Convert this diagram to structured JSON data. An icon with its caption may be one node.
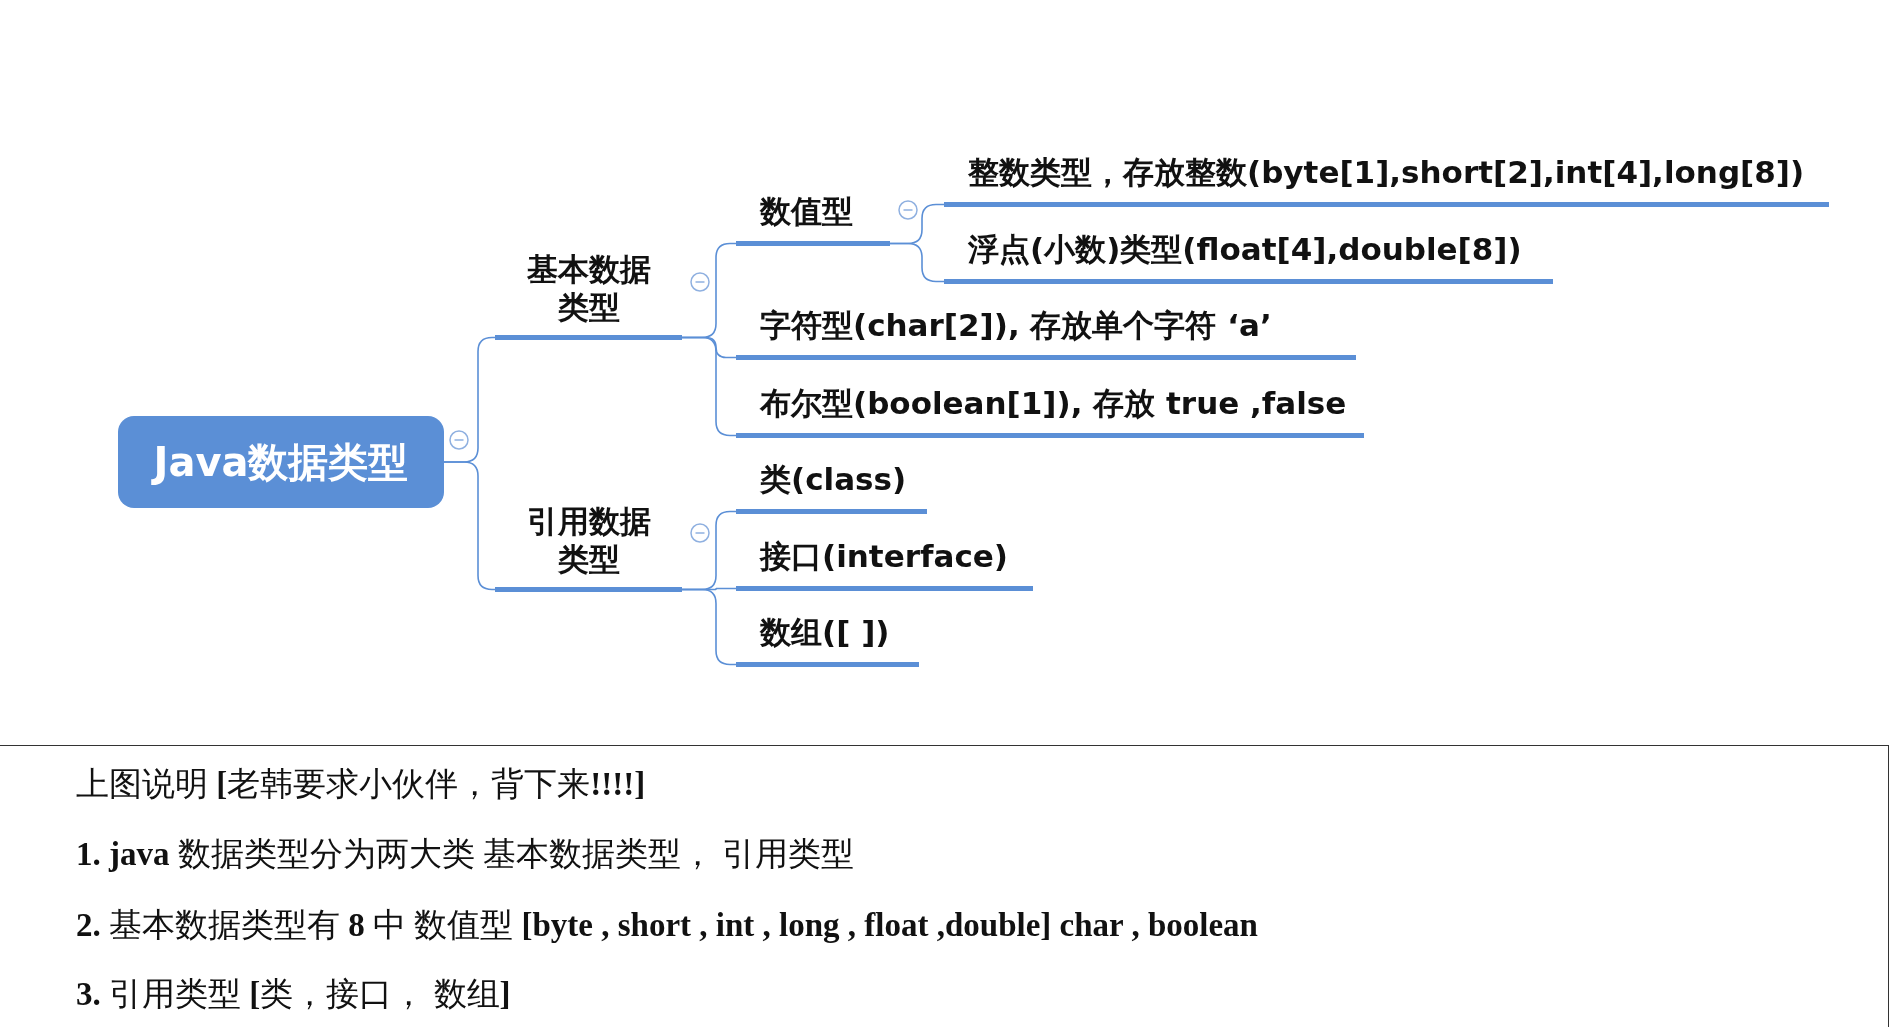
{
  "diagram": {
    "nodes": [
      {
        "text": [
          "Java数据类型"
        ]
      },
      {
        "text": [
          "基本数据类型"
        ]
      },
      {
        "text": [
          "引用数据类型"
        ]
      },
      {
        "text": [
          "数值型"
        ]
      },
      {
        "text": [
          "字符型(char[2]), 存放单个字符 ‘a’"
        ]
      },
      {
        "text": [
          "布尔型(boolean[1]), 存放 true ,false"
        ]
      },
      {
        "text": [
          "整数类型，存放整数(byte[1],short[2],int[4],long[8])"
        ]
      },
      {
        "text": [
          "浮点(小数)类型(float[4],double[8])"
        ]
      },
      {
        "text": [
          "类(class)"
        ]
      },
      {
        "text": [
          "接口(interface)"
        ]
      },
      {
        "text": [
          "数组([ ])"
        ]
      }
    ],
    "edges": [
      {
        "from": 0,
        "to": 1,
        "arrow": "none"
      },
      {
        "from": 0,
        "to": 2,
        "arrow": "none"
      },
      {
        "from": 1,
        "to": 3,
        "arrow": "none"
      },
      {
        "from": 1,
        "to": 4,
        "arrow": "none"
      },
      {
        "from": 1,
        "to": 5,
        "arrow": "none"
      },
      {
        "from": 3,
        "to": 6,
        "arrow": "none"
      },
      {
        "from": 3,
        "to": 7,
        "arrow": "none"
      },
      {
        "from": 2,
        "to": 8,
        "arrow": "none"
      },
      {
        "from": 2,
        "to": 9,
        "arrow": "none"
      },
      {
        "from": 2,
        "to": 10,
        "arrow": "none"
      }
    ],
    "labels": [
      "上图说明 **[**老韩要求小伙伴，背下来**!!!!]**",
      "**1. java** 数据类型分为两大类 基本数据类型， 引用类型",
      "**2.** 基本数据类型有 **8** 中 数值型 **[byte , short , int , long , float ,double] char , boolean**",
      "**3.** 引用类型 **[**类，接口， 数组**]**"
    ]
  }
}
